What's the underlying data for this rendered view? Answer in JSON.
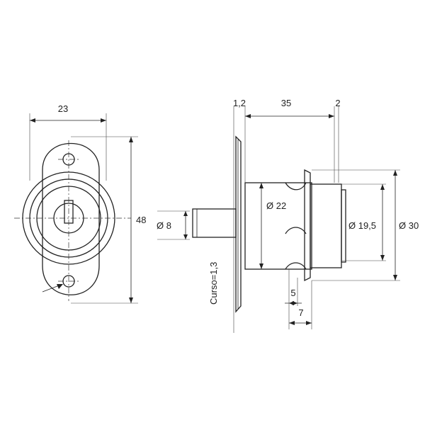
{
  "front_view": {
    "width_label": "23",
    "height_label": "48"
  },
  "side_view": {
    "flange_label": "1,2",
    "body_length_label": "35",
    "rim_label": "2",
    "pin_diameter_label": "Ø 8",
    "stroke_label": "Curso=1,3",
    "body_diameter_label": "Ø 22",
    "cylinder_diameter_label": "Ø 19,5",
    "collar_diameter_label": "Ø 30",
    "dim_5_label": "5",
    "dim_7_label": "7"
  }
}
